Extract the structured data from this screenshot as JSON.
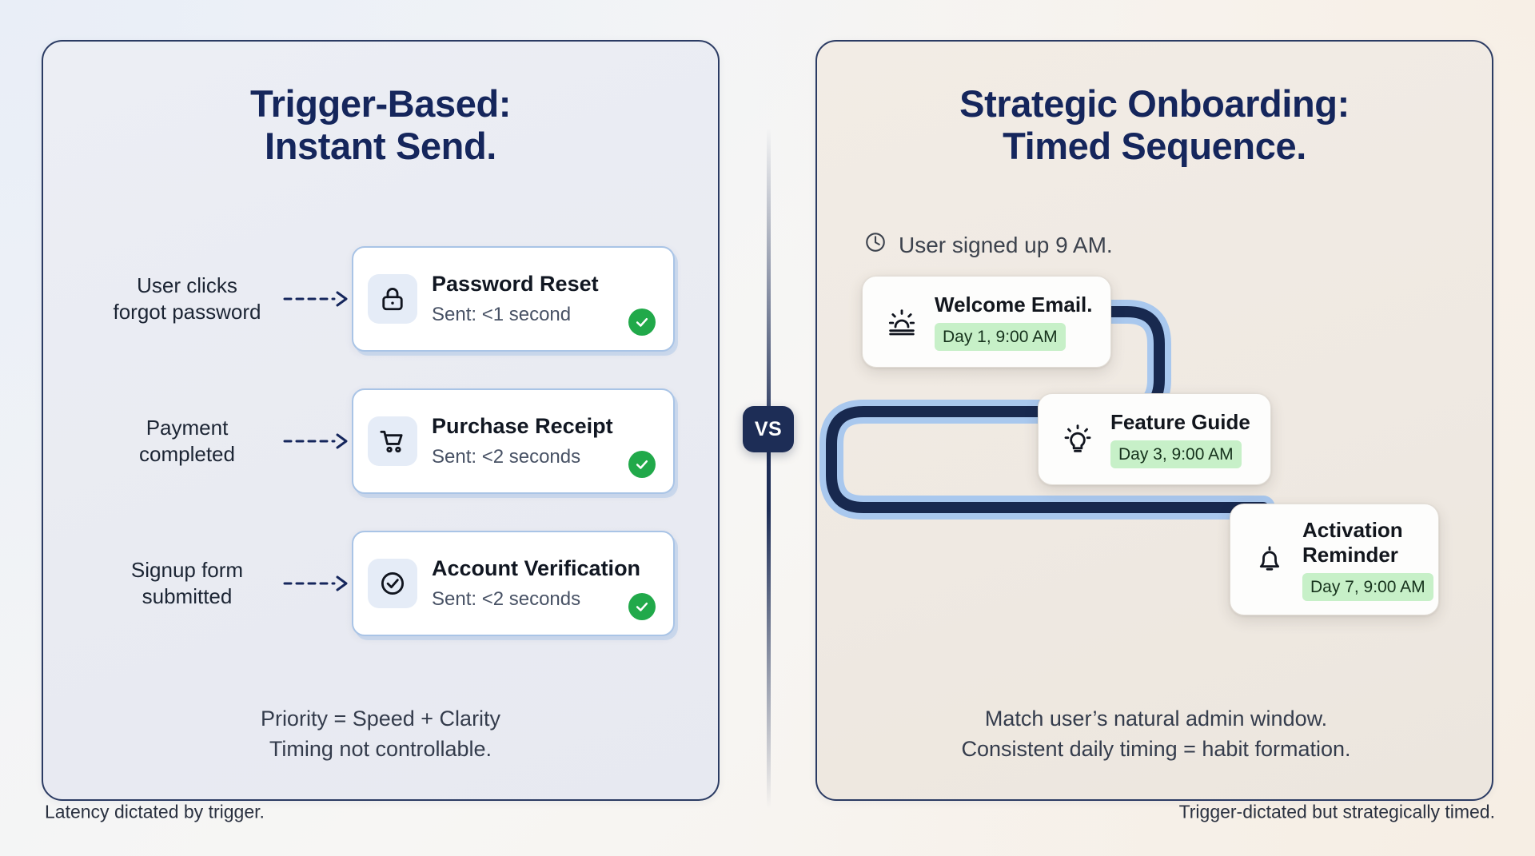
{
  "left_panel": {
    "title_line1": "Trigger-Based:",
    "title_line2": "Instant Send.",
    "rows": [
      {
        "trigger_line1": "User clicks",
        "trigger_line2": "forgot password",
        "icon": "lock-icon",
        "card_title": "Password Reset",
        "card_status": "Sent: <1 second",
        "status_icon": "check-circle-icon"
      },
      {
        "trigger_line1": "Payment",
        "trigger_line2": "completed",
        "icon": "shopping-cart-icon",
        "card_title": "Purchase Receipt",
        "card_status": "Sent: <2 seconds",
        "status_icon": "check-circle-icon"
      },
      {
        "trigger_line1": "Signup form",
        "trigger_line2": "submitted",
        "icon": "check-circle-outline-icon",
        "card_title": "Account Verification",
        "card_status": "Sent: <2 seconds",
        "status_icon": "check-circle-icon"
      }
    ],
    "note_line1": "Priority = Speed + Clarity",
    "note_line2": "Timing not controllable.",
    "footer": "Latency dictated by trigger."
  },
  "divider": {
    "badge_label": "VS"
  },
  "right_panel": {
    "title_line1": "Strategic Onboarding:",
    "title_line2": "Timed Sequence.",
    "signup_note": "User signed up 9 AM.",
    "signup_note_icon": "clock-icon",
    "steps": [
      {
        "icon": "sunrise-icon",
        "title": "Welcome Email.",
        "schedule": "Day 1, 9:00 AM"
      },
      {
        "icon": "lightbulb-icon",
        "title": "Feature Guide",
        "schedule": "Day 3, 9:00 AM"
      },
      {
        "icon": "bell-icon",
        "title": "Activation Reminder",
        "schedule": "Day 7, 9:00 AM"
      }
    ],
    "note_line1": "Match user’s natural admin window.",
    "note_line2": "Consistent daily timing = habit formation.",
    "footer": "Trigger-dictated but strategically timed."
  },
  "colors": {
    "navy": "#15265c",
    "path_dark": "#18294f",
    "path_halo": "#a9c8ee",
    "chip_green": "#c7f0c8",
    "check_green": "#21a94a",
    "card_border_blue": "#a9c4e6"
  }
}
